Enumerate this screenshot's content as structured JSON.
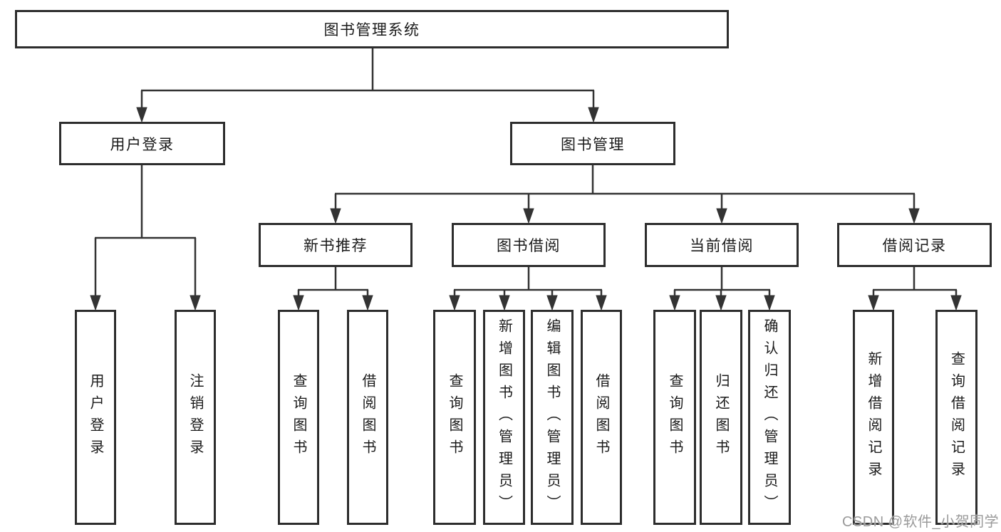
{
  "colors": {
    "line": "#333333",
    "box_border": "#2d2d2d",
    "box_fill": "#ffffff",
    "text": "#1a1a1a",
    "watermark": "#9a9a9a"
  },
  "diagram": {
    "root": {
      "label": "图书管理系统"
    },
    "level2": [
      {
        "label": "用户登录",
        "children": [
          {
            "label": "用户登录"
          },
          {
            "label": "注销登录"
          }
        ]
      },
      {
        "label": "图书管理"
      }
    ],
    "level3": [
      {
        "label": "新书推荐",
        "children": [
          {
            "label": "查询图书"
          },
          {
            "label": "借阅图书"
          }
        ]
      },
      {
        "label": "图书借阅",
        "children": [
          {
            "label": "查询图书"
          },
          {
            "label": "新增图书（管理员）"
          },
          {
            "label": "编辑图书（管理员）"
          },
          {
            "label": "借阅图书"
          }
        ]
      },
      {
        "label": "当前借阅",
        "children": [
          {
            "label": "查询图书"
          },
          {
            "label": "归还图书"
          },
          {
            "label": "确认归还（管理员）"
          }
        ]
      },
      {
        "label": "借阅记录",
        "children": [
          {
            "label": "新增借阅记录"
          },
          {
            "label": "查询借阅记录"
          }
        ]
      }
    ]
  },
  "watermark": {
    "text": "CSDN @软件_小贺同学"
  }
}
